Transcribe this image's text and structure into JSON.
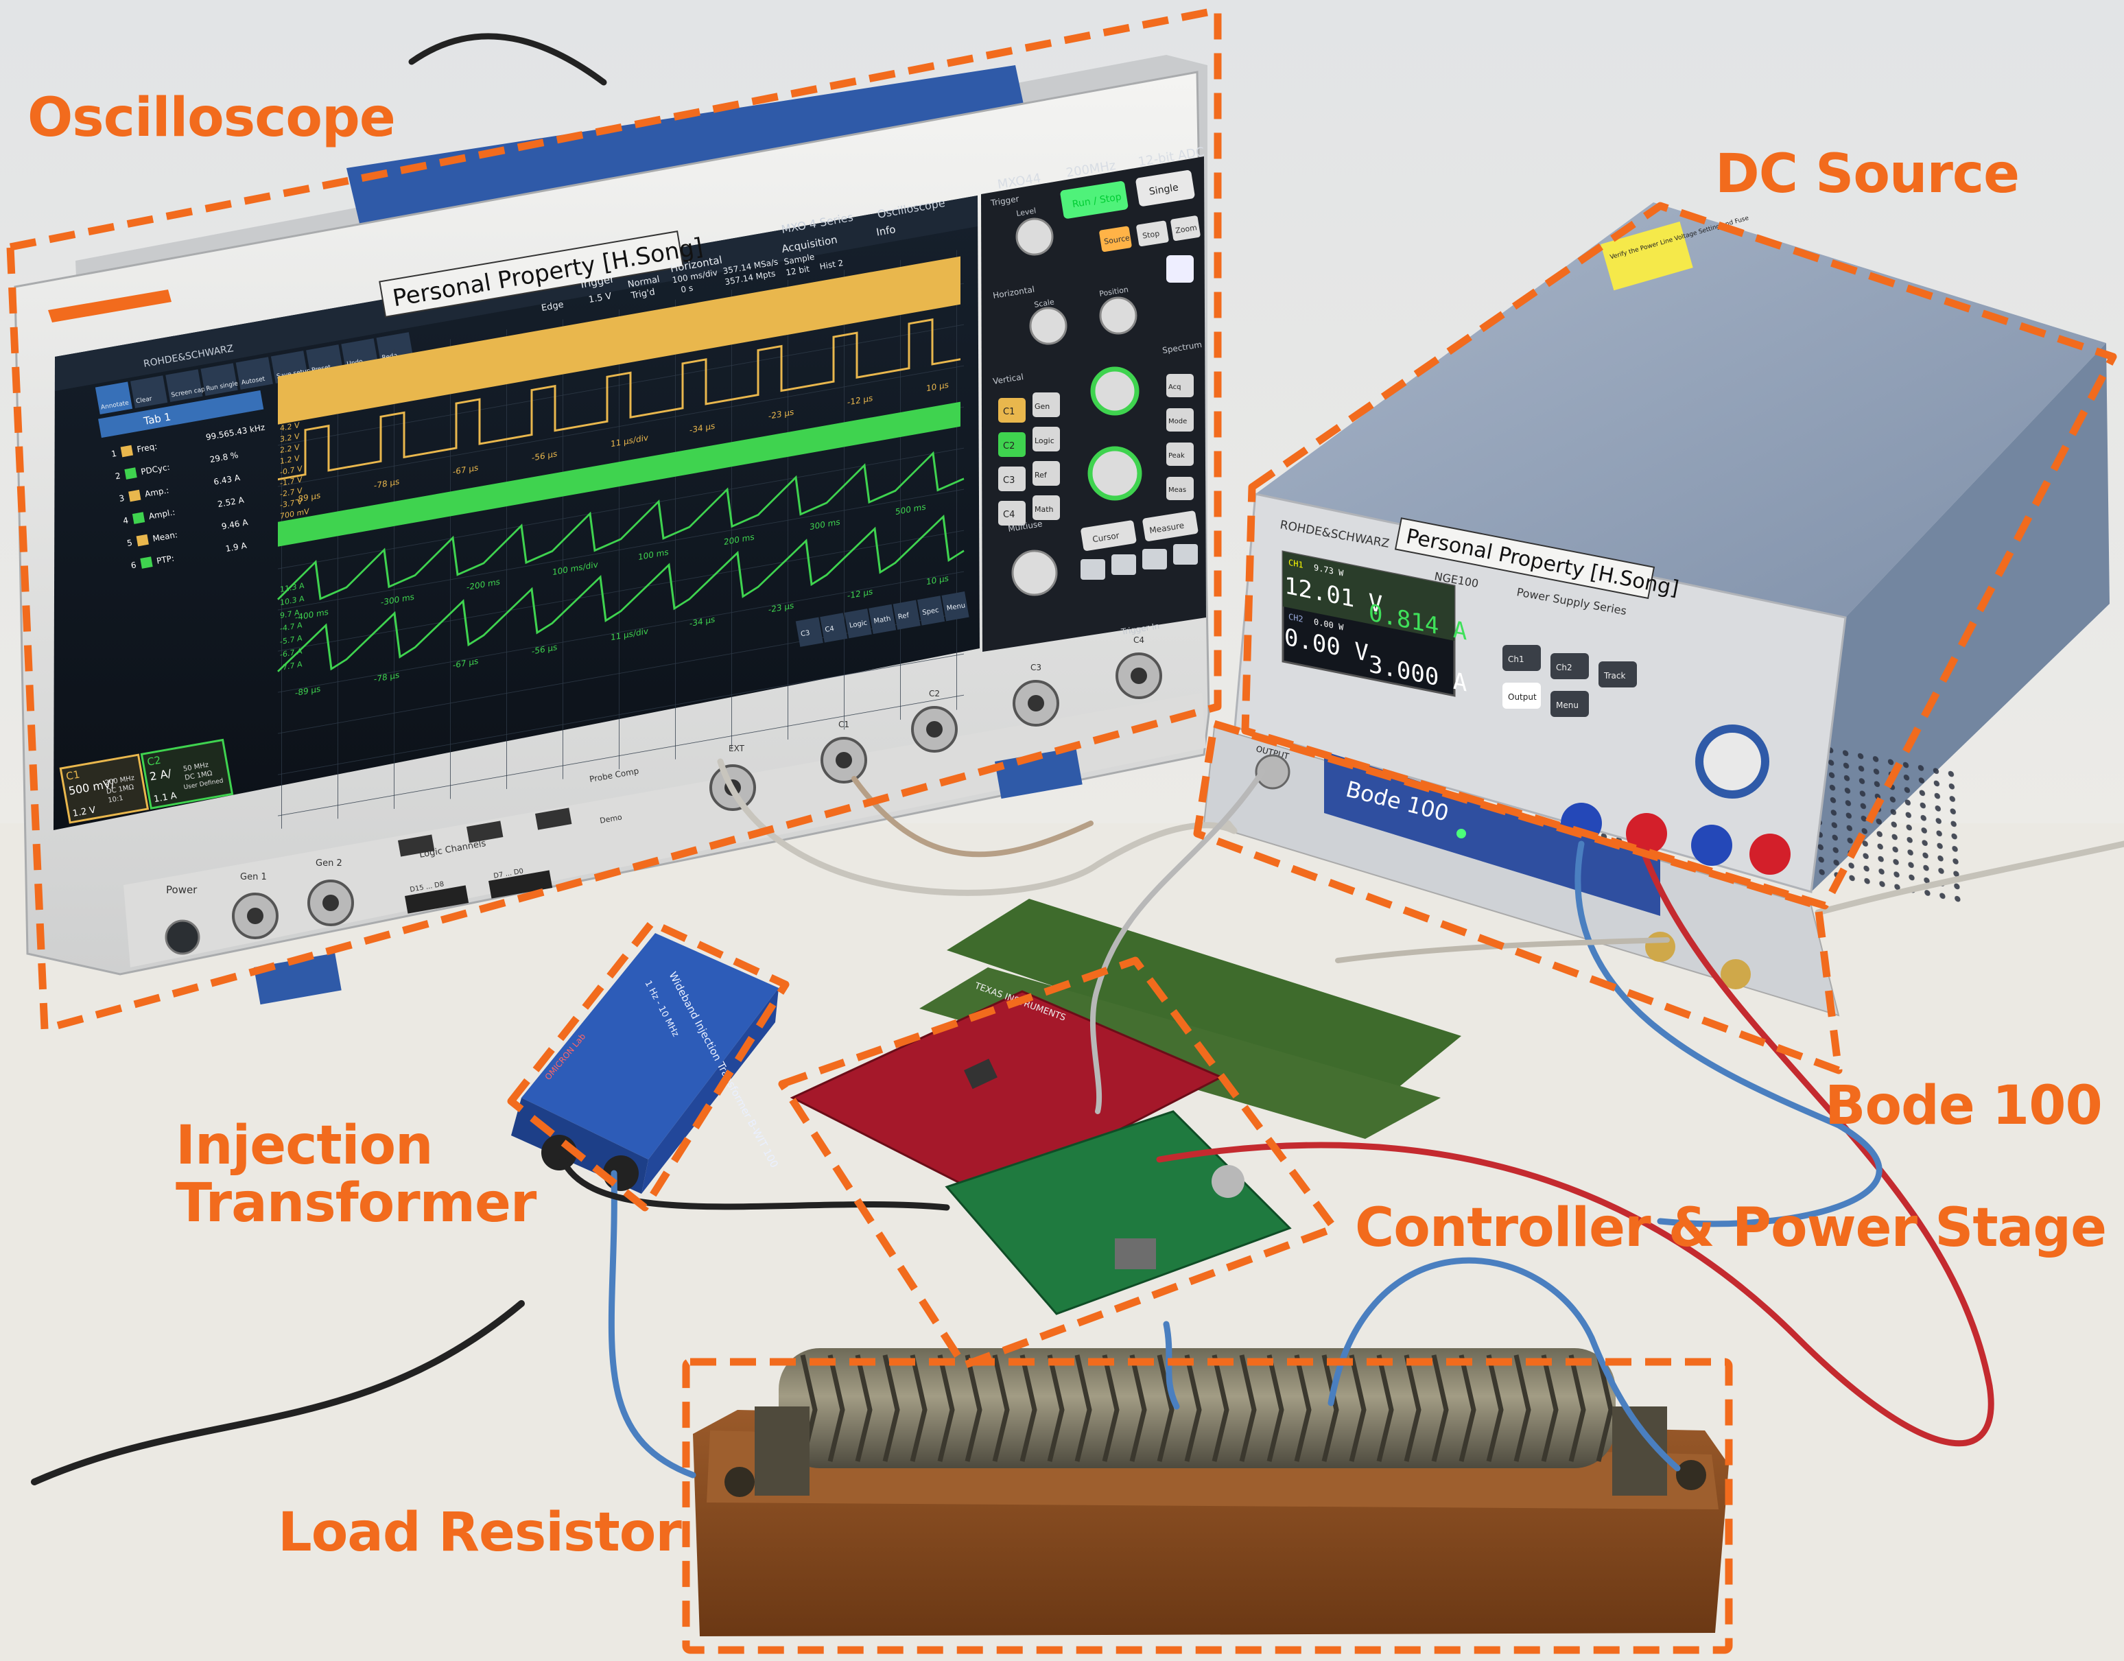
{
  "colors": {
    "annotation": "#f26b1d",
    "background": "#ecebe6",
    "instrument_blue": "#2b4f9a",
    "scope_trace_yellow": "#e9b74d",
    "scope_trace_green": "#3fd34f",
    "psu_body": "#8fa0b8",
    "pcb_red": "#a5182a",
    "pcb_green": "#1f7a3f",
    "resistor_wood": "#8a4e22"
  },
  "annotations": {
    "oscilloscope": "Oscilloscope",
    "dc_source": "DC Source",
    "bode_100": "Bode 100",
    "controller_power_stage": "Controller & Power Stage",
    "injection_transformer": "Injection\nTransformer",
    "load_resistor": "Load Resistor"
  },
  "oscilloscope": {
    "brand": "ROHDE&SCHWARZ",
    "series": "MXO 4 Series",
    "type": "Oscilloscope",
    "model": "MXO44",
    "bandwidth": "200MHz",
    "adc": "12-bit ADC",
    "property_tag": "Personal Property [H.Song]",
    "toolbar": [
      "Annotate",
      "Clear",
      "Screen capture",
      "Run single",
      "Autoset",
      "Save setup",
      "Preset",
      "Undo",
      "Redo"
    ],
    "tab": "Tab 1",
    "trigger": {
      "title": "Trigger",
      "type": "Edge",
      "level": "1.5 V",
      "mode": "Normal",
      "state": "Trig'd"
    },
    "horizontal": {
      "title": "Horizontal",
      "scale": "100 ms/div",
      "rate": "357.14 MSa/s",
      "offset": "0 s",
      "points": "357.14 Mpts"
    },
    "acquisition": {
      "title": "Acquisition",
      "mode": "Sample",
      "bits": "12 bit",
      "label": "Hist 2"
    },
    "info": "Info",
    "measurements": [
      {
        "n": "1",
        "name": "Freq:",
        "value": "99.565.43 kHz"
      },
      {
        "n": "2",
        "name": "PDCyc:",
        "value": "29.8 %"
      },
      {
        "n": "3",
        "name": "Amp.:",
        "value": "6.43 A"
      },
      {
        "n": "4",
        "name": "Ampl.:",
        "value": "2.52 A"
      },
      {
        "n": "5",
        "name": "Mean:",
        "value": "9.46 A"
      },
      {
        "n": "6",
        "name": "PTP:",
        "value": "1.9 A"
      }
    ],
    "time_ticks": [
      "-89 µs",
      "-78 µs",
      "-67 µs",
      "-56 µs",
      "11 µs/div",
      "-34 µs",
      "-23 µs",
      "-12 µs",
      "10 µs"
    ],
    "time_ticks_mid": [
      "-400 ms",
      "-300 ms",
      "-200 ms",
      "100 ms/div",
      "100 ms",
      "200 ms",
      "300 ms",
      "500 ms"
    ],
    "volt_ticks": [
      "4.2 V",
      "3.2 V",
      "2.2 V",
      "1.2 V",
      "-0.7 V",
      "-1.7 V",
      "-2.7 V",
      "-3.7 V",
      "700 mV"
    ],
    "amp_ticks": [
      "11.3 A",
      "10.3 A",
      "9.7 A",
      "-4.7 A",
      "-5.7 A",
      "-6.7 A",
      "-7.7 A"
    ],
    "ch1": {
      "label": "C1",
      "scale": "500 mV/",
      "bw": "200 MHz",
      "coupling": "DC 1MΩ",
      "probe": "10:1",
      "offset": "1.2 V"
    },
    "ch2": {
      "label": "C2",
      "scale": "2 A/",
      "bw": "50 MHz",
      "coupling": "DC 1MΩ",
      "probe": "User Defined",
      "offset": "1.1 A"
    },
    "soft_buttons": [
      "C3",
      "C4",
      "Logic",
      "Math",
      "Ref",
      "Spec",
      "Menu"
    ],
    "panel": {
      "trigger": "Trigger",
      "level": "Level",
      "run_stop": "Run / Stop",
      "single": "Single",
      "source": "Source",
      "stop": "Stop",
      "zoom": "Zoom",
      "horizontal": "Horizontal",
      "scale": "Scale",
      "position": "Position",
      "vertical": "Vertical",
      "spectrum": "Spectrum",
      "ch_buttons": [
        "C1",
        "C2",
        "C3",
        "C4"
      ],
      "side_buttons": [
        "Gen",
        "Logic",
        "Ref",
        "Math"
      ],
      "spec_buttons": [
        "Acq",
        "Mode",
        "Peak",
        "Meas"
      ],
      "multiuse": "Multiuse",
      "cursor": "Cursor",
      "measure": "Measure",
      "trigger_in": "Trigger In"
    },
    "front": {
      "power": "Power",
      "gen1": "Gen 1",
      "gen2": "Gen 2",
      "logic_channels": "Logic Channels",
      "logic_a": "D15 ... D8",
      "logic_b": "D7 ... D0",
      "probe_comp": "Probe Comp",
      "demo": "Demo",
      "ch_labels": [
        "C1",
        "C2",
        "C3",
        "C4"
      ],
      "ext": "EXT"
    }
  },
  "dc_source": {
    "brand": "ROHDE&SCHWARZ",
    "model": "NGE100",
    "series": "Power Supply Series",
    "property_tag": "Personal Property [H.Song]",
    "sticker": "Verify the Power Line Voltage Setting and Fuse",
    "ch1": {
      "label": "CH1",
      "power": "9.73 W",
      "voltage": "12.01 V",
      "current": "0.814 A"
    },
    "ch2": {
      "label": "CH2",
      "power": "0.00 W",
      "voltage": "0.00 V",
      "current": "3.000 A"
    },
    "keys": [
      "Ch1",
      "Ch2",
      "Track",
      "Output",
      "Menu"
    ]
  },
  "bode": {
    "name": "Bode 100",
    "port": "OUTPUT"
  },
  "injection_transformer": {
    "brand": "OMICRON Lab",
    "text": "Wideband Injection Transformer B-WIT 100",
    "range": "1 Hz - 10 MHz"
  },
  "controller": {
    "board_brand": "TEXAS INSTRUMENTS"
  }
}
